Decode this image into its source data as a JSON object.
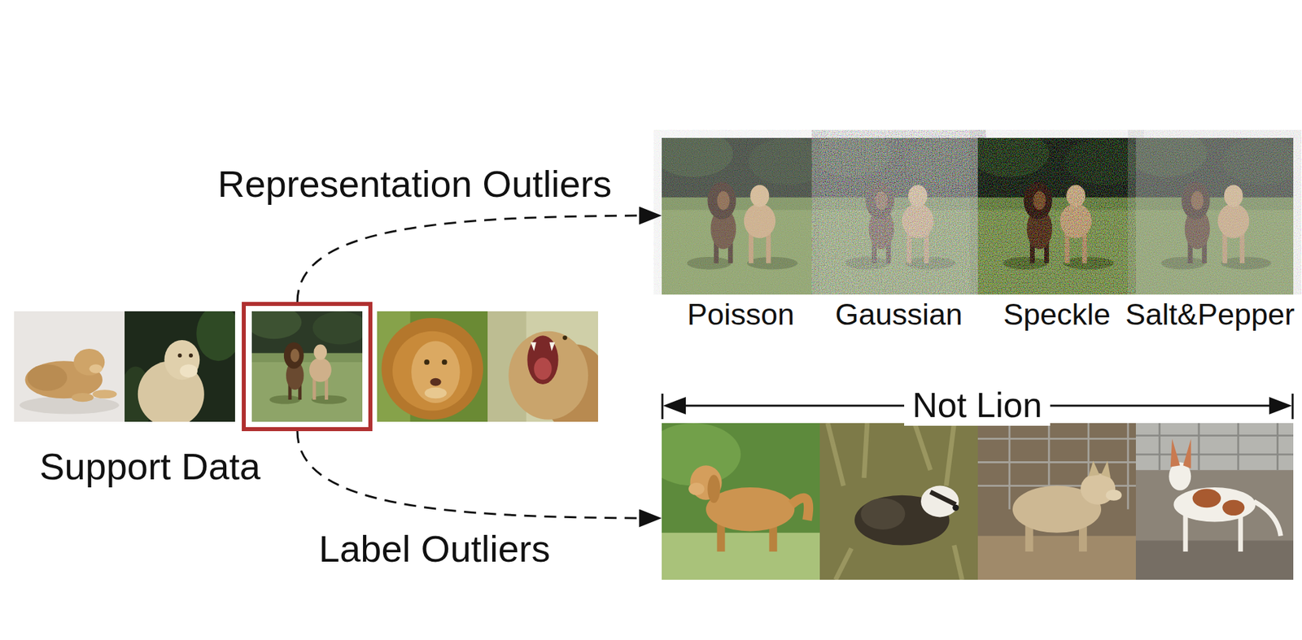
{
  "diagram": {
    "nodes": [
      {
        "text": [
          "Support Data"
        ]
      },
      {
        "text": [
          "Poisson",
          "Gaussian",
          "Speckle",
          "Salt&Pepper"
        ]
      },
      {
        "text": [
          "Not Lion"
        ]
      }
    ],
    "edges": [
      {
        "from": 0,
        "to": 1,
        "arrow": "to",
        "label": "Representation Outliers"
      },
      {
        "from": 0,
        "to": 2,
        "arrow": "to",
        "label": "Label Outliers"
      }
    ]
  }
}
